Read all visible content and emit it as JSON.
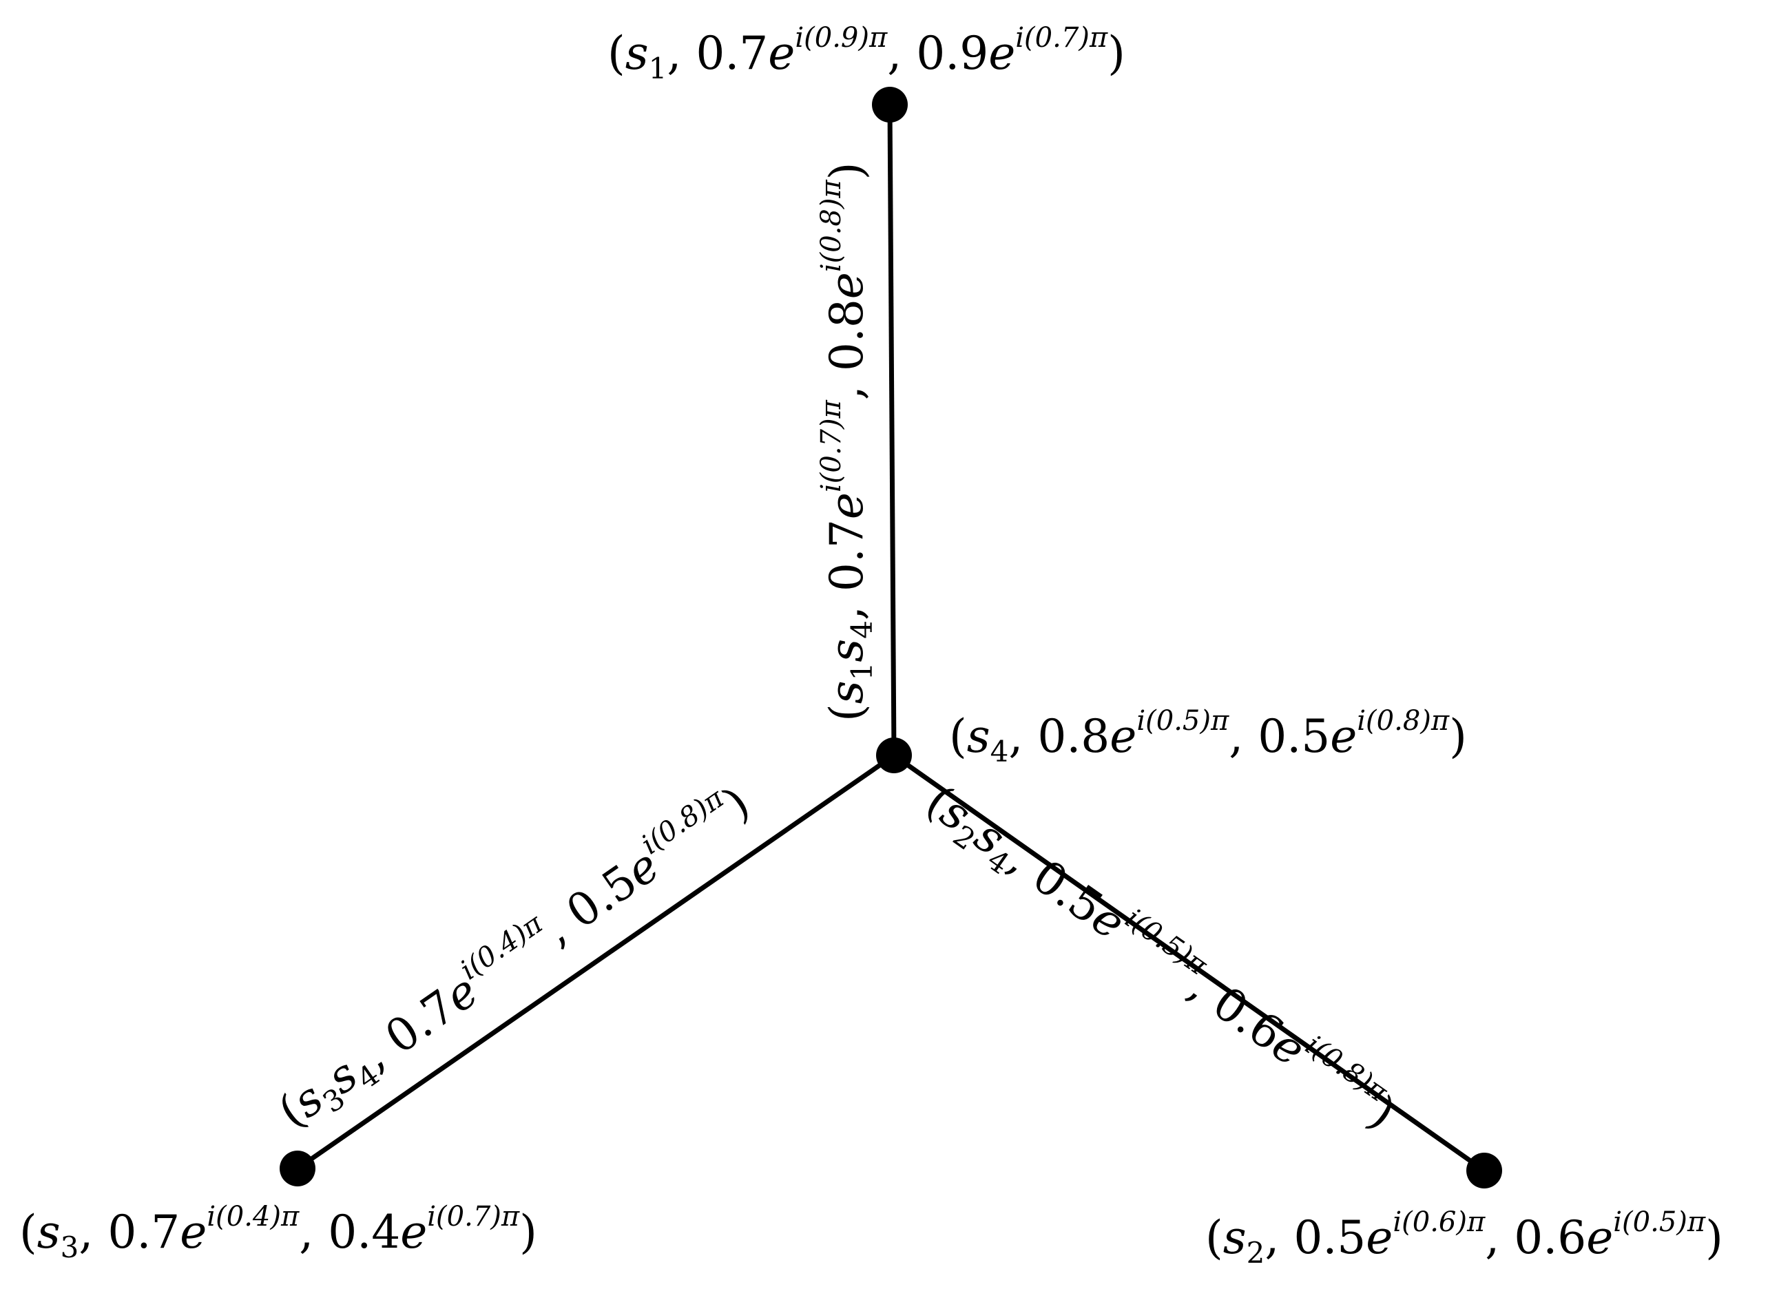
{
  "vertices": [
    {
      "id": "s1",
      "name": "s",
      "sub": "1",
      "mag1": "0.7",
      "exp1": "i(0.9)π",
      "mag2": "0.9",
      "exp2": "i(0.7)π"
    },
    {
      "id": "s2",
      "name": "s",
      "sub": "2",
      "mag1": "0.5",
      "exp1": "i(0.6)π",
      "mag2": "0.6",
      "exp2": "i(0.5)π"
    },
    {
      "id": "s3",
      "name": "s",
      "sub": "3",
      "mag1": "0.7",
      "exp1": "i(0.4)π",
      "mag2": "0.4",
      "exp2": "i(0.7)π"
    },
    {
      "id": "s4",
      "name": "s",
      "sub": "4",
      "mag1": "0.8",
      "exp1": "i(0.5)π",
      "mag2": "0.5",
      "exp2": "i(0.8)π"
    }
  ],
  "edges": [
    {
      "id": "s1s4",
      "from": "s1",
      "to": "s4",
      "a": "s",
      "asub": "1",
      "b": "s",
      "bsub": "4",
      "mag1": "0.7",
      "exp1": "i(0.7)π",
      "mag2": "0.8",
      "exp2": "i(0.8)π"
    },
    {
      "id": "s2s4",
      "from": "s2",
      "to": "s4",
      "a": "s",
      "asub": "2",
      "b": "s",
      "bsub": "4",
      "mag1": "0.5",
      "exp1": "i(0.5)π",
      "mag2": "0.6",
      "exp2": "i(0.8)π"
    },
    {
      "id": "s3s4",
      "from": "s3",
      "to": "s4",
      "a": "s",
      "asub": "3",
      "b": "s",
      "bsub": "4",
      "mag1": "0.7",
      "exp1": "i(0.4)π",
      "mag2": "0.5",
      "exp2": "i(0.8)π"
    }
  ],
  "colors": {
    "stroke": "#000000",
    "node": "#000000",
    "background": "#ffffff"
  }
}
